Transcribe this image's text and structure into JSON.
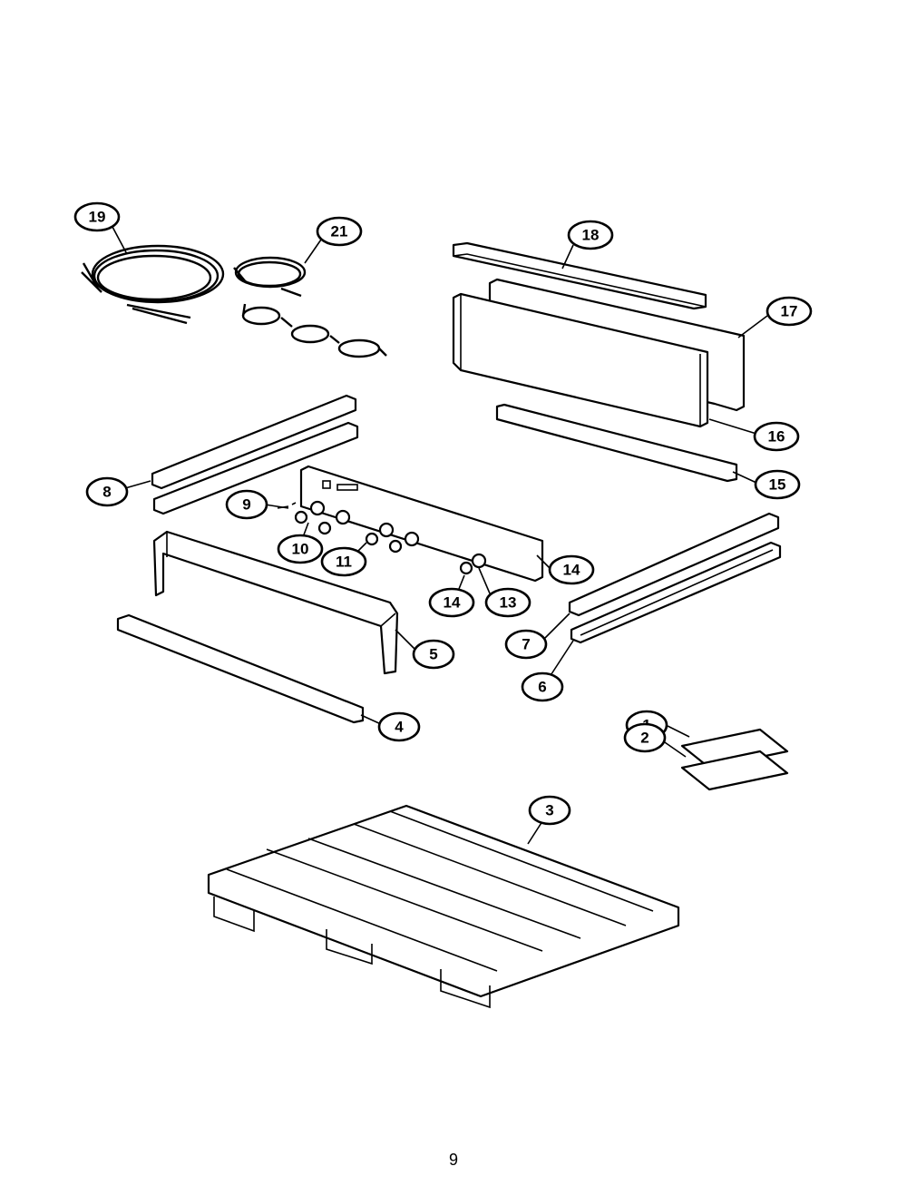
{
  "diagram": {
    "callouts": [
      {
        "id": "c19",
        "label": "19"
      },
      {
        "id": "c21",
        "label": "21"
      },
      {
        "id": "c18",
        "label": "18"
      },
      {
        "id": "c17",
        "label": "17"
      },
      {
        "id": "c16",
        "label": "16"
      },
      {
        "id": "c15",
        "label": "15"
      },
      {
        "id": "c8",
        "label": "8"
      },
      {
        "id": "c9",
        "label": "9"
      },
      {
        "id": "c10",
        "label": "10"
      },
      {
        "id": "c11",
        "label": "11"
      },
      {
        "id": "c14a",
        "label": "14"
      },
      {
        "id": "c14b",
        "label": "14"
      },
      {
        "id": "c13",
        "label": "13"
      },
      {
        "id": "c7",
        "label": "7"
      },
      {
        "id": "c6",
        "label": "6"
      },
      {
        "id": "c5",
        "label": "5"
      },
      {
        "id": "c4",
        "label": "4"
      },
      {
        "id": "c1",
        "label": "1"
      },
      {
        "id": "c2",
        "label": "2"
      },
      {
        "id": "c3",
        "label": "3"
      }
    ]
  },
  "page": {
    "number": "9"
  }
}
